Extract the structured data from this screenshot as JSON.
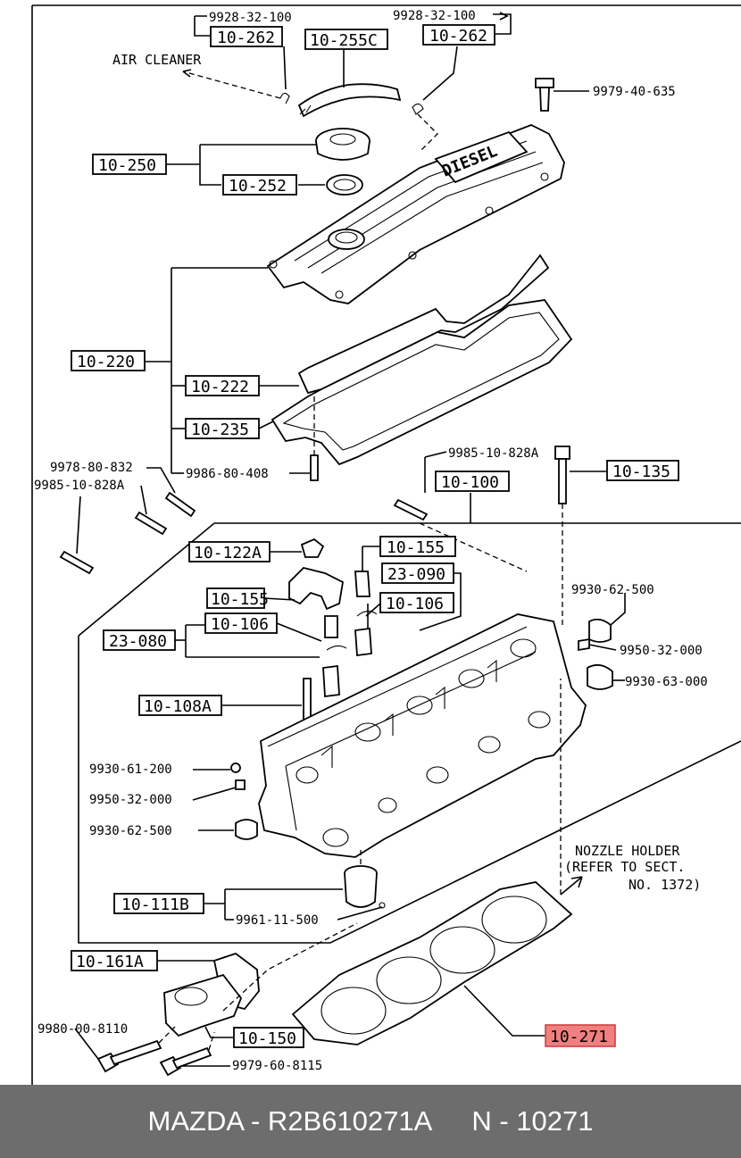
{
  "labels": {
    "p9928_a": "9928-32-100",
    "p10262_a": "10-262",
    "p10255c": "10-255C",
    "p9928_b": "9928-32-100",
    "p10262_b": "10-262",
    "air_cleaner": "AIR CLEANER",
    "p9979_40": "9979-40-635",
    "p10250": "10-250",
    "p10252": "10-252",
    "p10220": "10-220",
    "p10222": "10-222",
    "p10235": "10-235",
    "p9978": "9978-80-832",
    "p9985_a": "9985-10-828A",
    "p9986": "9986-80-408",
    "p9985_b": "9985-10-828A",
    "p10135": "10-135",
    "p10100": "10-100",
    "p10122a": "10-122A",
    "p10155_a": "10-155",
    "p23090": "23-090",
    "p10106_a": "10-106",
    "p10155_b": "10-155",
    "p10106_b": "10-106",
    "p23080": "23-080",
    "p9930_62_a": "9930-62-500",
    "p9950_a": "9950-32-000",
    "p9930_63": "9930-63-000",
    "p10108a": "10-108A",
    "p9930_61": "9930-61-200",
    "p9950_b": "9950-32-000",
    "p9930_62_b": "9930-62-500",
    "nozzle_1": "NOZZLE HOLDER",
    "nozzle_2": "(REFER TO SECT.",
    "nozzle_3": "NO. 1372)",
    "p10111b": "10-111B",
    "p9961": "9961-11-500",
    "p10161a": "10-161A",
    "p9980": "9980-00-8110",
    "p10150": "10-150",
    "p9979_60": "9979-60-8115",
    "p10271": "10-271"
  },
  "cover_text": "DIESEL",
  "highlight_color": "#f08080",
  "footer": {
    "part_number": "MAZDA - R2B610271A",
    "section": "N - 10271"
  }
}
